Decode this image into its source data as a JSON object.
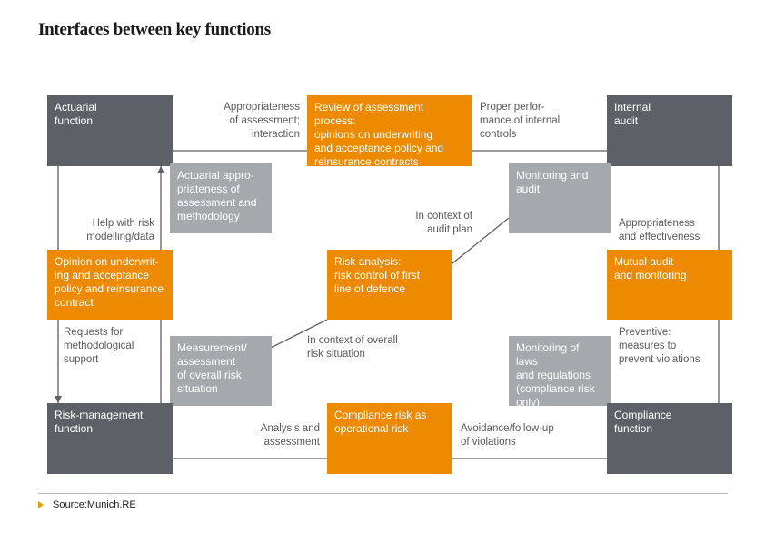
{
  "title": "Interfaces between key functions",
  "boxes": {
    "actuarial": "Actuarial\nfunction",
    "review": "Review of assessment process:\nopinions on underwriting\nand acceptance policy and\nreinsurance contracts",
    "internal_audit": "Internal\naudit",
    "actuarial_appropriateness": "Actuarial appro-\npriateness of\nassessment and\nmethodology",
    "monitoring_audit": "Monitoring and\naudit",
    "opinion": "Opinion on underwrit-\ning and acceptance\npolicy and reinsurance\ncontract",
    "risk_analysis": "Risk analysis:\nrisk control of first\nline of defence",
    "mutual_audit": "Mutual audit\nand monitoring",
    "measurement": "Measurement/\nassessment\nof overall risk\nsituation",
    "monitoring_laws": "Monitoring of laws\nand regulations\n(compliance risk\nonly)",
    "risk_mgmt": "Risk-management\nfunction",
    "compliance_risk": "Compliance risk as\noperational risk",
    "compliance_function": "Compliance\nfunction"
  },
  "labels": {
    "appropriateness_assessment": "Appropriateness\nof assessment;\ninteraction",
    "proper_performance": "Proper perfor-\nmance of internal\ncontrols",
    "help_risk": "Help with risk\nmodelling/data",
    "context_audit": "In context of\naudit plan",
    "appropriateness_effectiveness": "Appropriateness\nand effectiveness",
    "requests_support": "Requests for\nmethodological\nsupport",
    "context_overall": "In context of overall\nrisk situation",
    "preventive": "Preventive:\nmeasures to\nprevent violations",
    "analysis_assessment": "Analysis and\nassessment",
    "avoidance": "Avoidance/follow-up\nof violations"
  },
  "footer": {
    "source": "Source:Munich.RE"
  },
  "colors": {
    "dark": "#5d6167",
    "orange": "#ee8a00",
    "grey": "#a5a8ac",
    "line": "#5d6167"
  }
}
